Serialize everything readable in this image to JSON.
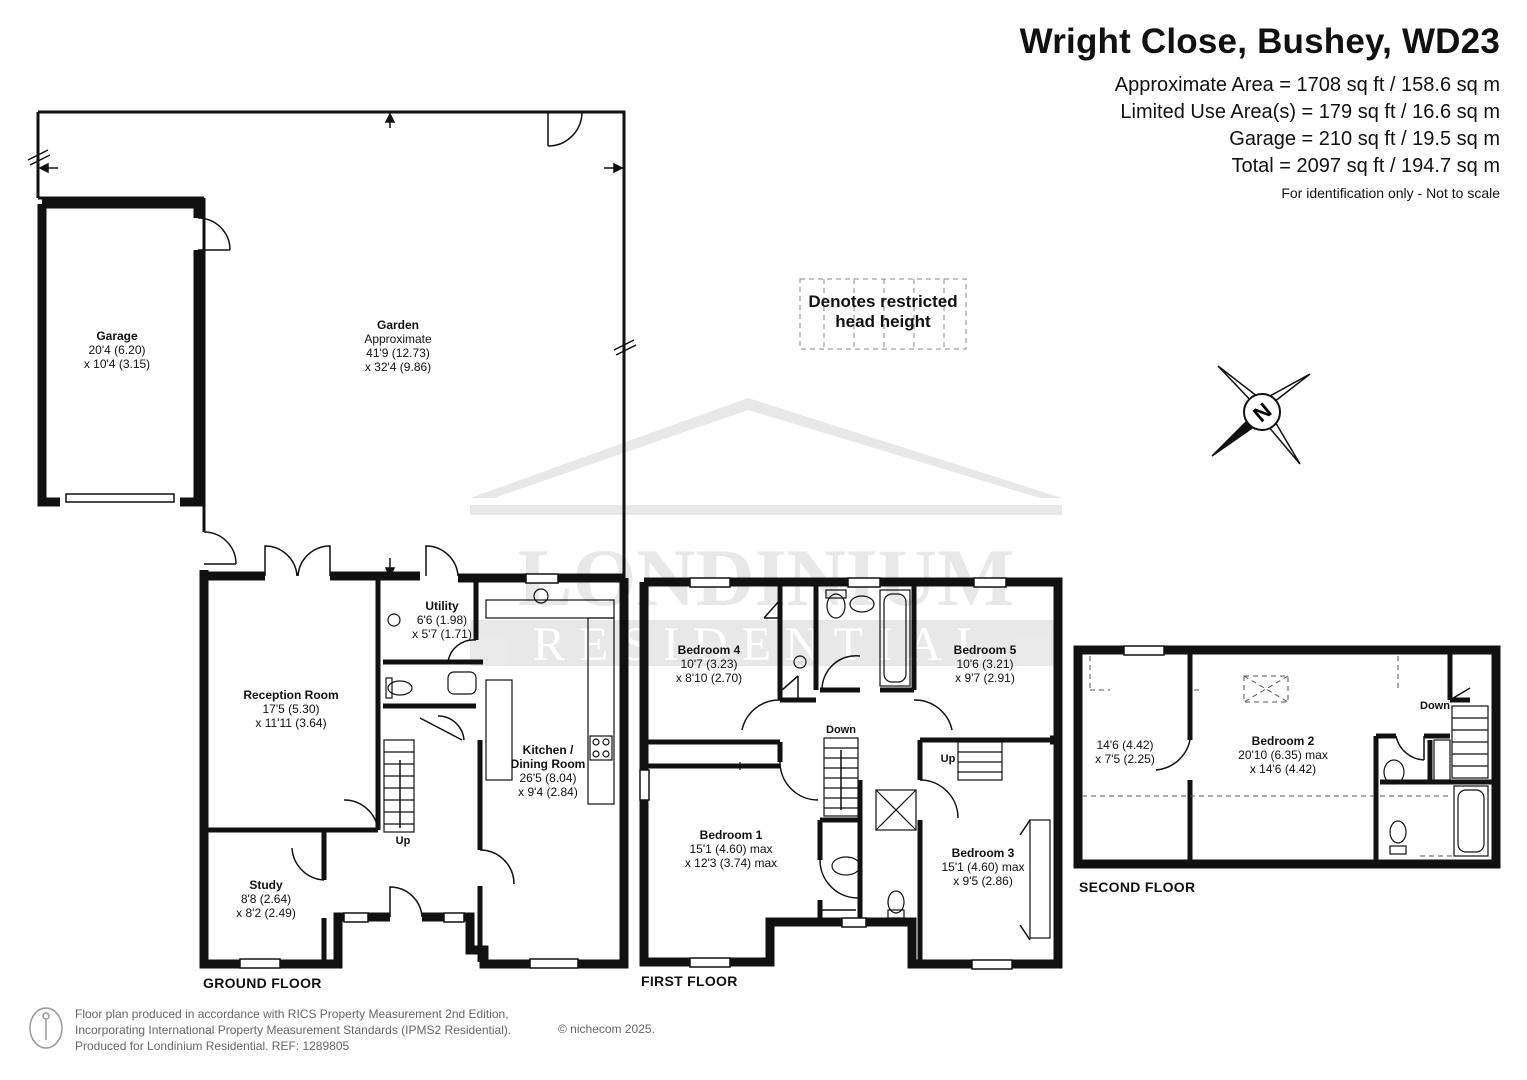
{
  "header": {
    "title": "Wright Close, Bushey, WD23",
    "area_lines": [
      "Approximate Area = 1708 sq ft / 158.6 sq m",
      "Limited Use Area(s) = 179 sq ft / 16.6 sq m",
      "Garage = 210 sq ft / 19.5 sq m",
      "Total = 2097 sq ft / 194.7 sq m"
    ],
    "note": "For identification only - Not to scale"
  },
  "legend": {
    "line1": "Denotes restricted",
    "line2": "head height"
  },
  "compass": {
    "letter": "N"
  },
  "watermark": {
    "line1": "LONDINIUM",
    "line2": "RESIDENTIAL"
  },
  "floors": {
    "ground": "GROUND FLOOR",
    "first": "FIRST FLOOR",
    "second": "SECOND FLOOR"
  },
  "rooms": {
    "garage": {
      "name": "Garage",
      "dim1": "20'4 (6.20)",
      "dim2": "x 10'4 (3.15)"
    },
    "garden": {
      "name": "Garden",
      "dim0": "Approximate",
      "dim1": "41'9 (12.73)",
      "dim2": "x 32'4 (9.86)"
    },
    "utility": {
      "name": "Utility",
      "dim1": "6'6 (1.98)",
      "dim2": "x 5'7 (1.71)"
    },
    "reception": {
      "name": "Reception Room",
      "dim1": "17'5 (5.30)",
      "dim2": "x 11'11 (3.64)"
    },
    "kitchen": {
      "name_a": "Kitchen /",
      "name_b": "Dining Room",
      "dim1": "26'5 (8.04)",
      "dim2": "x 9'4 (2.84)"
    },
    "study": {
      "name": "Study",
      "dim1": "8'8 (2.64)",
      "dim2": "x 8'2 (2.49)"
    },
    "bed4": {
      "name": "Bedroom 4",
      "dim1": "10'7 (3.23)",
      "dim2": "x 8'10 (2.70)"
    },
    "bed5": {
      "name": "Bedroom 5",
      "dim1": "10'6 (3.21)",
      "dim2": "x 9'7 (2.91)"
    },
    "bed1": {
      "name": "Bedroom 1",
      "dim1": "15'1 (4.60) max",
      "dim2": "x 12'3 (3.74) max"
    },
    "bed3": {
      "name": "Bedroom 3",
      "dim1": "15'1 (4.60) max",
      "dim2": "x 9'5 (2.86)"
    },
    "bed2": {
      "name": "Bedroom 2",
      "dim1": "20'10 (6.35) max",
      "dim2": "x 14'6 (4.42)"
    },
    "second_left": {
      "dim1": "14'6 (4.42)",
      "dim2": "x 7'5 (2.25)"
    }
  },
  "stairs": {
    "ground_up": "Up",
    "first_down": "Down",
    "first_up": "Up",
    "second_down": "Down"
  },
  "footer": {
    "lines": [
      "Floor plan produced in accordance with RICS Property Measurement 2nd Edition,",
      "Incorporating International Property Measurement Standards (IPMS2 Residential).",
      "Produced for Londinium Residential.   REF: 1289805"
    ],
    "copyright": "© nichecom 2025."
  }
}
